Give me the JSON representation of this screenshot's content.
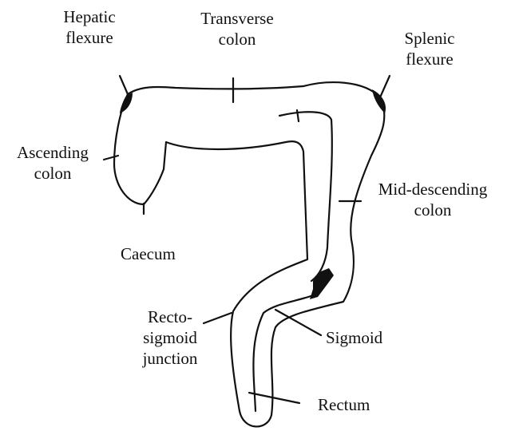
{
  "labels": {
    "hepatic_flexure": [
      "Hepatic",
      "flexure"
    ],
    "transverse_colon": [
      "Transverse",
      "colon"
    ],
    "splenic_flexure": [
      "Splenic",
      "flexure"
    ],
    "ascending_colon": [
      "Ascending",
      "colon"
    ],
    "mid_descending_colon": [
      "Mid-descending",
      "colon"
    ],
    "caecum": [
      "Caecum"
    ],
    "recto_sigmoid_junction": [
      "Recto-",
      "sigmoid",
      "junction"
    ],
    "sigmoid": [
      "Sigmoid"
    ],
    "rectum": [
      "Rectum"
    ]
  },
  "colors": {
    "ink": "#111111",
    "background": "#ffffff"
  }
}
